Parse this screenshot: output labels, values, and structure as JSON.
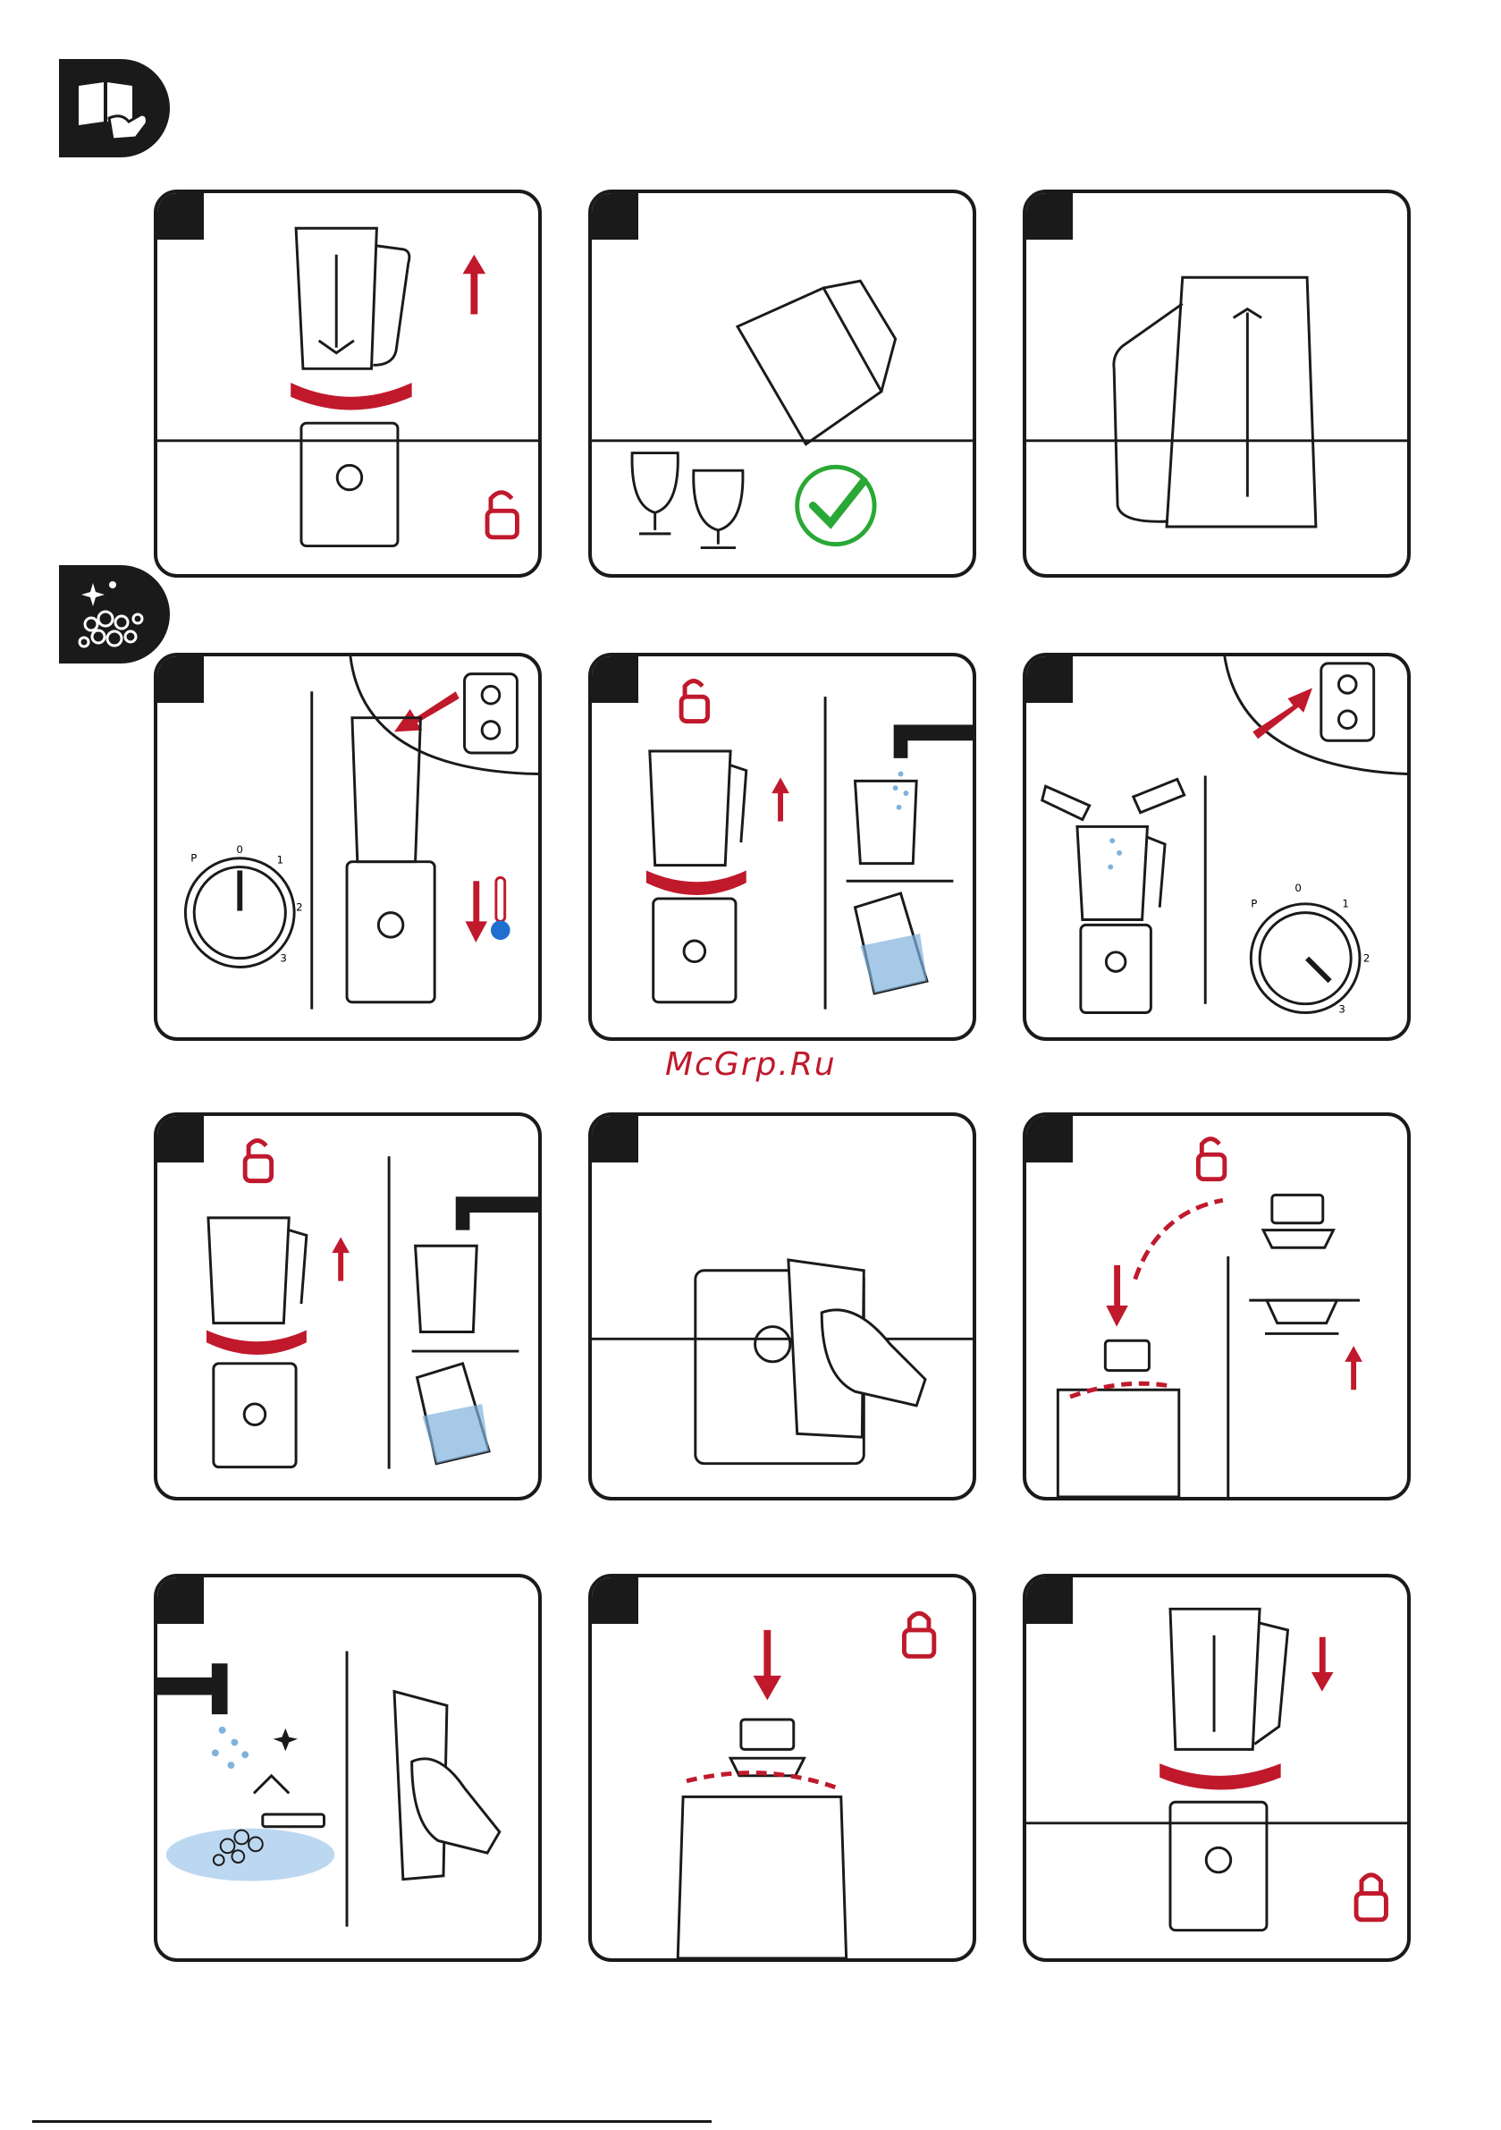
{
  "watermark": "McGrp.Ru",
  "colors": {
    "accent_red": "#c0192c",
    "water_blue": "#7fb2dc",
    "check_green": "#2aa836",
    "ink": "#1a1a1a"
  },
  "sections": [
    {
      "icon": "book-hand-icon"
    },
    {
      "icon": "cleaning-bubbles-icon"
    }
  ],
  "panels": [
    {
      "id": 1,
      "scene": "unlock-jug-from-base",
      "icons": [
        "up-arrow-icon",
        "rotate-unlock-arrow-icon",
        "unlock-padlock-icon"
      ]
    },
    {
      "id": 2,
      "scene": "pour-into-glasses",
      "icons": [
        "green-checkmark-icon"
      ]
    },
    {
      "id": 3,
      "scene": "jug-closeup",
      "icons": []
    },
    {
      "id": 4,
      "scene": "unplug-and-cool",
      "icons": [
        "down-arrow-icon",
        "thermometer-cold-icon"
      ],
      "dial": {
        "labels": [
          "P",
          "0",
          "1",
          "2",
          "3"
        ]
      }
    },
    {
      "id": 5,
      "scene": "remove-jug-and-rinse",
      "icons": [
        "unlock-padlock-icon",
        "up-arrow-icon",
        "tap-icon"
      ]
    },
    {
      "id": 6,
      "scene": "fill-water-and-detergent",
      "icons": [
        "plug-in-arrow-icon",
        "detergent-bottle-icon"
      ],
      "dial": {
        "labels": [
          "P",
          "0",
          "1",
          "2",
          "3"
        ]
      }
    },
    {
      "id": 7,
      "scene": "remove-jug-and-rinse-again",
      "icons": [
        "unlock-padlock-icon",
        "up-arrow-icon",
        "tap-icon"
      ]
    },
    {
      "id": 8,
      "scene": "wipe-motor-base",
      "icons": [
        "cloth-hand-icon"
      ]
    },
    {
      "id": 9,
      "scene": "remove-blade-assembly",
      "icons": [
        "unlock-padlock-icon",
        "down-arrow-icon",
        "up-arrow-icon"
      ]
    },
    {
      "id": 10,
      "scene": "wash-and-dry-blades",
      "icons": [
        "tap-icon",
        "sparkle-icon",
        "cloth-hand-icon"
      ]
    },
    {
      "id": 11,
      "scene": "refit-blade-assembly",
      "icons": [
        "down-arrow-icon",
        "lock-padlock-icon"
      ]
    },
    {
      "id": 12,
      "scene": "lock-jug-onto-base",
      "icons": [
        "down-arrow-icon",
        "rotate-lock-arrow-icon",
        "lock-padlock-icon"
      ]
    }
  ]
}
